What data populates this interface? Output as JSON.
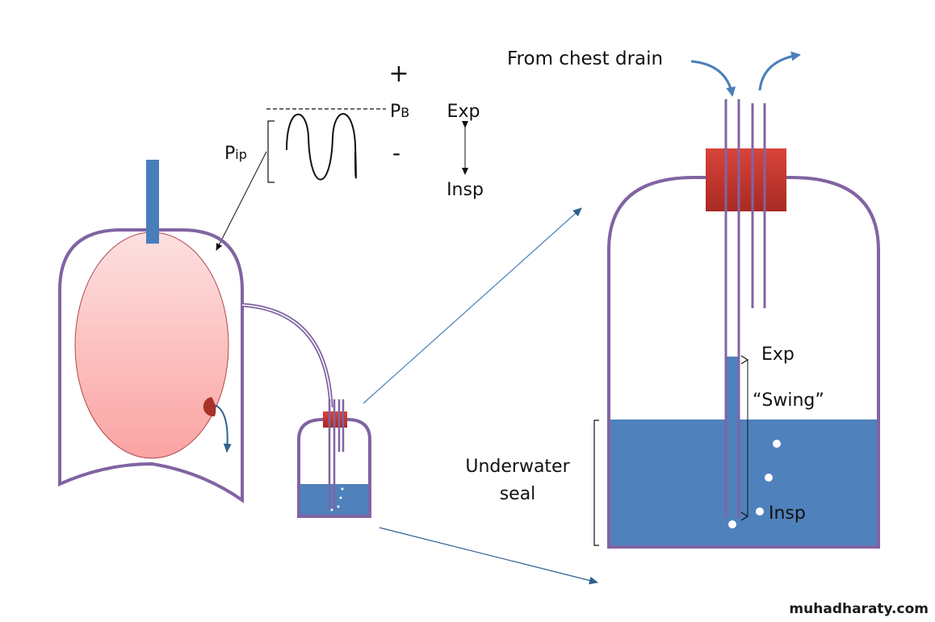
{
  "diagram": {
    "labels": {
      "plus": "+",
      "minus": "-",
      "pb_main": "P",
      "pb_sub": "B",
      "pip_main": "P",
      "pip_sub": "ip",
      "exp_top": "Exp",
      "insp_top": "Insp",
      "from_chest_drain": "From chest drain",
      "exp_right": "Exp",
      "swing": "“Swing”",
      "insp_right": "Insp",
      "underwater_line1": "Underwater",
      "underwater_line2": "seal"
    },
    "watermark": "muhadharaty.com",
    "colors": {
      "outline": "#8064a2",
      "tube_blue": "#4a7ebb",
      "water": "#4f81bd",
      "bung": "#c0392b",
      "lung_top": "#fde2e2",
      "lung_bottom": "#fca5a5",
      "leak": "#a93226",
      "text": "#111111"
    }
  }
}
